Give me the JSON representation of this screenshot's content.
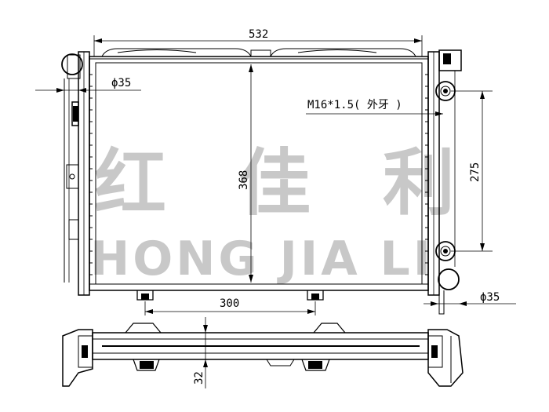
{
  "dimensions": {
    "width_total": "532",
    "height_core": "368",
    "inlet_diameter": "ϕ35",
    "outlet_diameter": "ϕ35",
    "bracket_spacing": "300",
    "thread": "M16*1.5(  外牙  )",
    "bolt_spacing": "275",
    "depth": "32"
  },
  "watermark": {
    "chinese": "红 佳 利",
    "latin": "HONG JIA LI"
  },
  "colors": {
    "line": "#000000",
    "watermark": "#c8c8c8"
  }
}
